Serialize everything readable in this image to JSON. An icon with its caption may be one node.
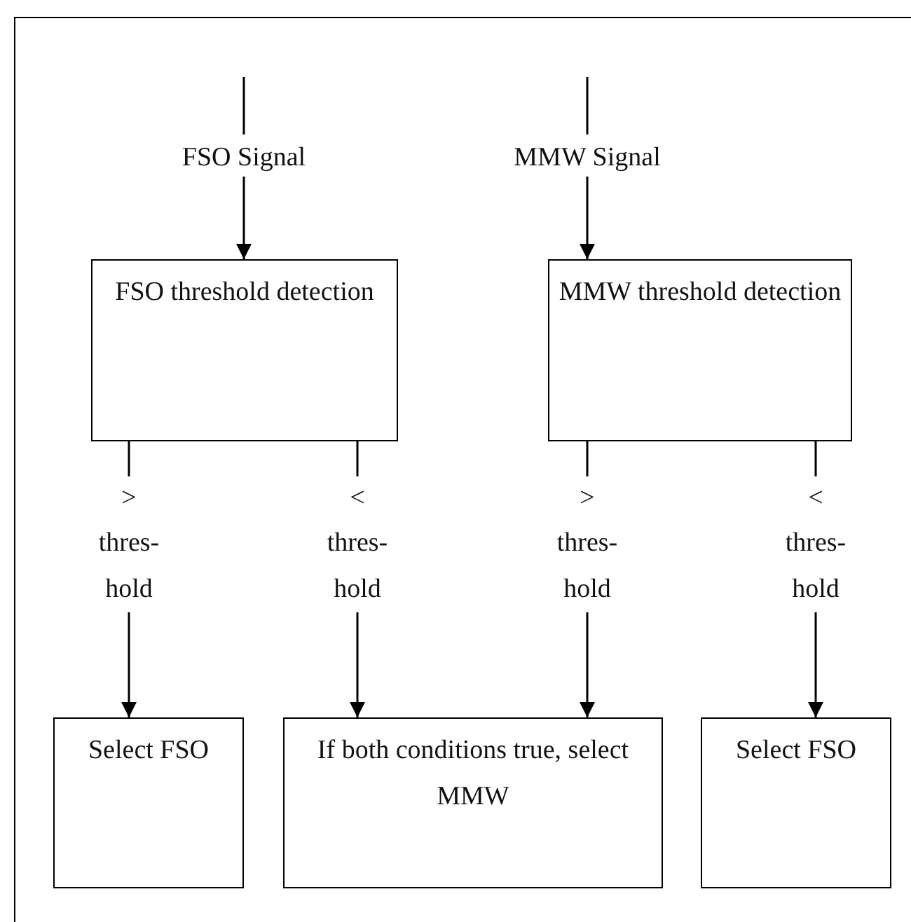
{
  "diagram": {
    "nodes": [
      {
        "text": [
          "FSO Signal"
        ]
      },
      {
        "text": [
          "MMW Signal"
        ]
      },
      {
        "text": [
          "FSO threshold detection"
        ]
      },
      {
        "text": [
          "MMW threshold detection"
        ]
      },
      {
        "text": [
          "Select FSO"
        ]
      },
      {
        "text": [
          "If both conditions true, select MMW"
        ]
      },
      {
        "text": [
          "Select FSO"
        ]
      }
    ],
    "edges": [
      {
        "from": null,
        "to": 0,
        "arrow": "none"
      },
      {
        "from": 0,
        "to": 2,
        "arrow": "to"
      },
      {
        "from": null,
        "to": 1,
        "arrow": "none"
      },
      {
        "from": 1,
        "to": 3,
        "arrow": "to"
      },
      {
        "from": 2,
        "to": 4,
        "arrow": "to",
        "label": "> thres- hold"
      },
      {
        "from": 2,
        "to": 5,
        "arrow": "to",
        "label": "< thres- hold"
      },
      {
        "from": 3,
        "to": 5,
        "arrow": "to",
        "label": "> thres- hold"
      },
      {
        "from": 3,
        "to": 6,
        "arrow": "to",
        "label": "< thres- hold"
      }
    ]
  }
}
